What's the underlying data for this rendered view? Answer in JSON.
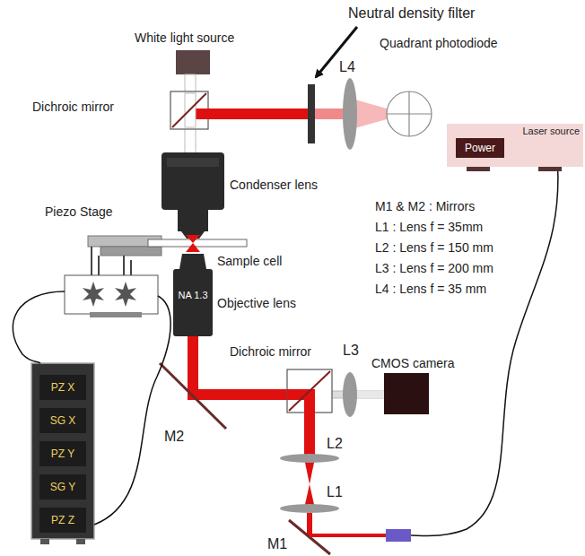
{
  "diagram": {
    "nodes": [
      {
        "text": [
          "Laser source"
        ]
      },
      {
        "text": [
          "Power"
        ],
        "in": 0
      },
      {
        "text": [
          "NA 1.3"
        ]
      },
      {
        "text": [
          "PZ X"
        ]
      },
      {
        "text": [
          "SG X"
        ]
      },
      {
        "text": [
          "PZ Y"
        ]
      },
      {
        "text": [
          "SG Y"
        ]
      },
      {
        "text": [
          "PZ Z"
        ]
      }
    ],
    "edges": [],
    "labels": [
      "Neutral density filter",
      "White light source",
      "Dichroic mirror",
      "L4",
      "Quadrant photodiode",
      "Condenser lens",
      "Piezo Stage",
      "Sample cell",
      "Objective lens",
      "M1 & M2 : Mirrors",
      "L1 : Lens f = 35mm",
      "L2 : Lens f = 150 mm",
      "L3 : Lens f = 200 mm",
      "L4 : Lens f = 35 mm",
      "Dichroic mirror",
      "L3",
      "CMOS camera",
      "M2",
      "L2",
      "L1",
      "M1"
    ]
  }
}
